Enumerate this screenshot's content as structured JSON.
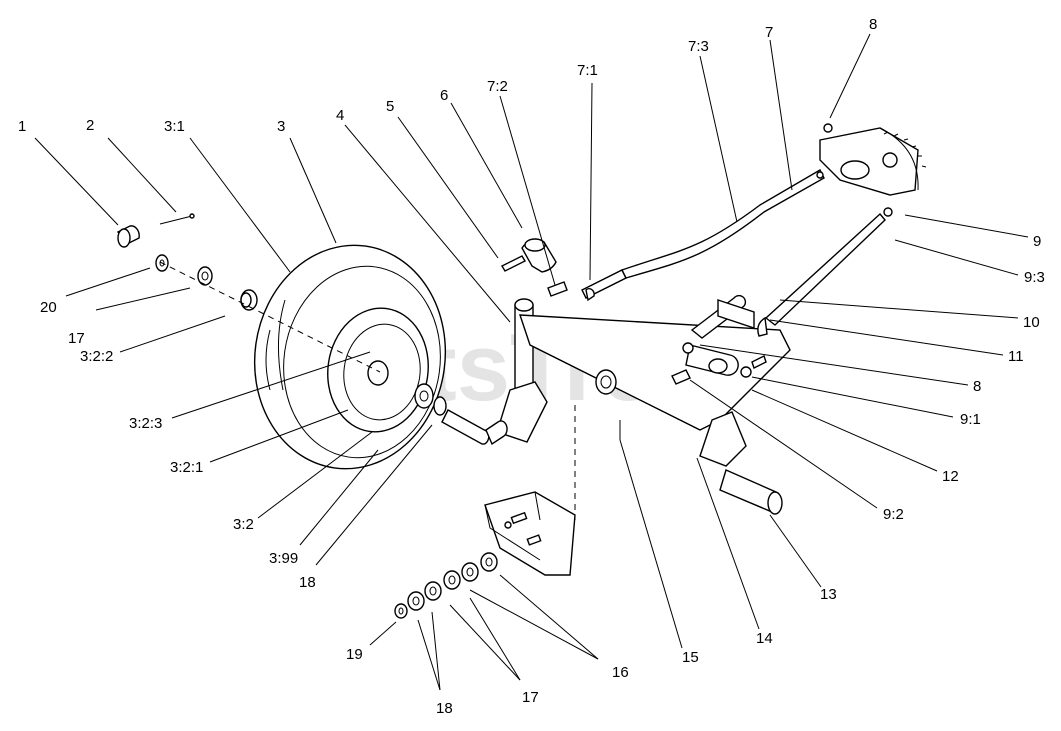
{
  "watermark": "PartsTree",
  "callouts": [
    {
      "id": "1",
      "text": "1"
    },
    {
      "id": "2",
      "text": "2"
    },
    {
      "id": "3-1",
      "text": "3:1"
    },
    {
      "id": "3",
      "text": "3"
    },
    {
      "id": "4",
      "text": "4"
    },
    {
      "id": "5",
      "text": "5"
    },
    {
      "id": "6",
      "text": "6"
    },
    {
      "id": "7-2",
      "text": "7:2"
    },
    {
      "id": "7-1",
      "text": "7:1"
    },
    {
      "id": "7-3",
      "text": "7:3"
    },
    {
      "id": "7",
      "text": "7"
    },
    {
      "id": "8-top",
      "text": "8"
    },
    {
      "id": "9",
      "text": "9"
    },
    {
      "id": "9-3",
      "text": "9:3"
    },
    {
      "id": "10",
      "text": "10"
    },
    {
      "id": "11",
      "text": "11"
    },
    {
      "id": "8-mid",
      "text": "8"
    },
    {
      "id": "9-1",
      "text": "9:1"
    },
    {
      "id": "12",
      "text": "12"
    },
    {
      "id": "9-2",
      "text": "9:2"
    },
    {
      "id": "13",
      "text": "13"
    },
    {
      "id": "14",
      "text": "14"
    },
    {
      "id": "15",
      "text": "15"
    },
    {
      "id": "16",
      "text": "16"
    },
    {
      "id": "17-bottom",
      "text": "17"
    },
    {
      "id": "18-bottom",
      "text": "18"
    },
    {
      "id": "19",
      "text": "19"
    },
    {
      "id": "18-mid",
      "text": "18"
    },
    {
      "id": "3-99",
      "text": "3:99"
    },
    {
      "id": "3-2",
      "text": "3:2"
    },
    {
      "id": "3-2-1",
      "text": "3:2:1"
    },
    {
      "id": "3-2-3",
      "text": "3:2:3"
    },
    {
      "id": "3-2-2",
      "text": "3:2:2"
    },
    {
      "id": "17-left",
      "text": "17"
    },
    {
      "id": "20",
      "text": "20"
    }
  ]
}
